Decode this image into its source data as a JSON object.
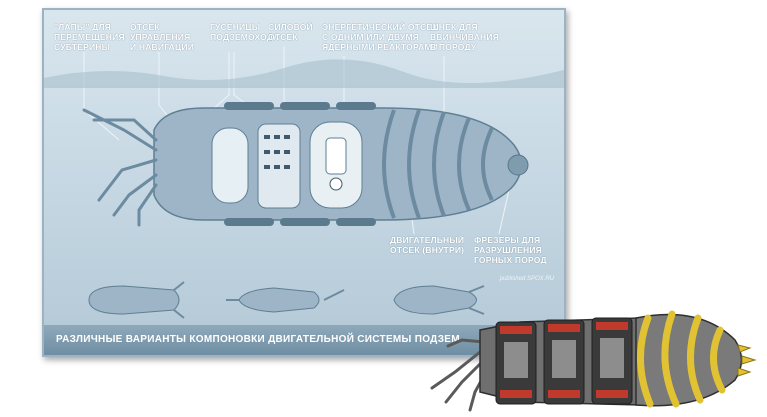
{
  "labels": {
    "legs": "\"ЛАПЫ\" ДЛЯ\nПЕРЕМЕЩЕНИЯ\nСУБТЕРИНЫ",
    "control": "ОТСЕК\nУПРАВЛЕНИЯ\nИ НАВИГАЦИИ",
    "tracks": "ГУСЕНИЦЫ\nПОДЗЕМОХОДА",
    "power": "СИЛОВОЙ\nОТСЕК",
    "energy": "ЭНЕРГЕТИЧЕСКИЙ ОТСЕК\nС ОДНИМ ИЛИ ДВУМЯ\nЯДЕРНЫМИ РЕАКТОРАМИ",
    "screw": "ШНЕК ДЛЯ\nВВИНЧИВАНИЯ\nВ ПОРОДУ",
    "engine": "ДВИГАТЕЛЬНЫЙ\nОТСЕК (ВНУТРИ)",
    "cutters": "ФРЕЗЕРЫ ДЛЯ\nРАЗРУШЛЕНИЯ\nГОРНЫХ ПОРОД"
  },
  "credit": "published SPOX.RU",
  "caption": "РАЗЛИЧНЫЕ ВАРИАНТЫ КОМПОНОВКИ ДВИГАТЕЛЬНОЙ СИСТЕМЫ ПОДЗЕМ"
}
